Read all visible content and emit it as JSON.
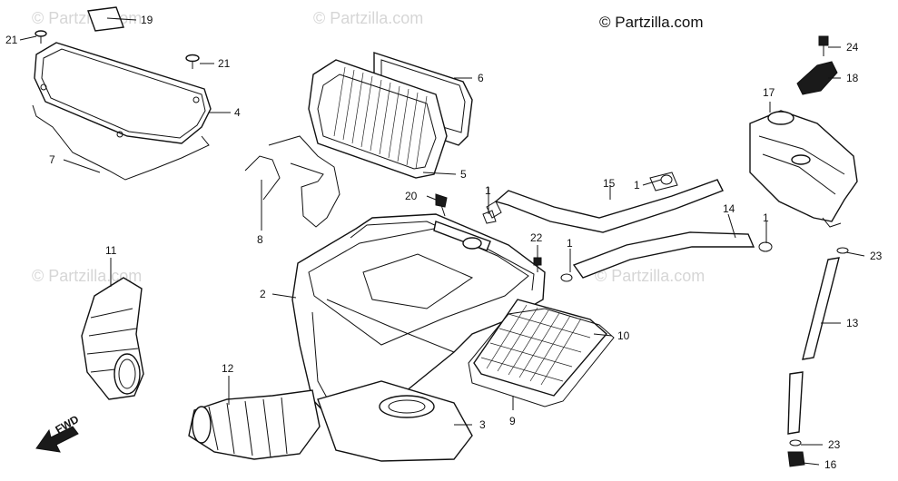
{
  "copyright": "© Partzilla.com",
  "watermark": "© Partzilla.com",
  "direction_label": "FWD",
  "callouts": [
    "1",
    "2",
    "3",
    "4",
    "5",
    "6",
    "7",
    "8",
    "9",
    "10",
    "11",
    "12",
    "13",
    "14",
    "15",
    "16",
    "17",
    "18",
    "19",
    "20",
    "21",
    "22",
    "23",
    "24"
  ]
}
